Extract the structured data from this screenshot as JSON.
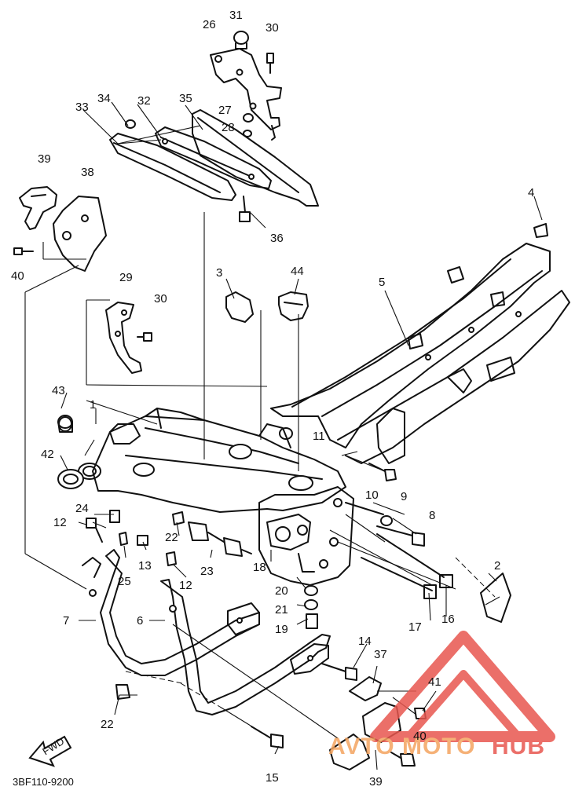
{
  "diagram": {
    "code": "3BF110-9200",
    "fwd_label": "FWD",
    "callouts": [
      "1",
      "2",
      "3",
      "4",
      "5",
      "6",
      "7",
      "8",
      "9",
      "10",
      "11",
      "12",
      "12",
      "13",
      "14",
      "15",
      "16",
      "17",
      "18",
      "19",
      "20",
      "21",
      "22",
      "22",
      "23",
      "24",
      "25",
      "26",
      "27",
      "28",
      "29",
      "30",
      "30",
      "31",
      "32",
      "33",
      "34",
      "35",
      "36",
      "37",
      "38",
      "39",
      "39",
      "40",
      "40",
      "41",
      "42",
      "43",
      "44"
    ]
  },
  "watermark": {
    "part1": "AVTO",
    "part2": "MOTO",
    "part3": "HUB",
    "color_a": "#f4a460",
    "color_b": "#e8574f"
  }
}
